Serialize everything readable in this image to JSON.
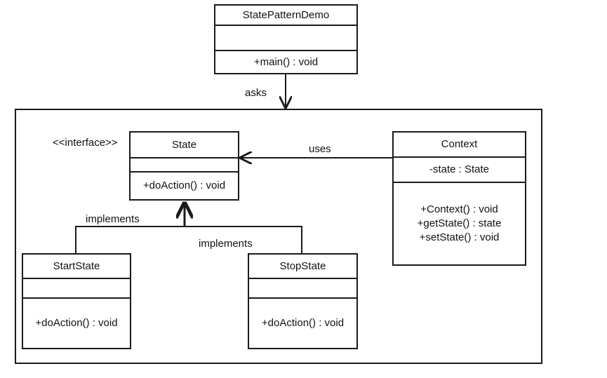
{
  "demo": {
    "name": "StatePatternDemo",
    "attributes": [],
    "methods": [
      "+main()  : void"
    ]
  },
  "context": {
    "name": "Context",
    "attributes": [
      "-state : State"
    ],
    "methods": [
      "+Context()  : void",
      "+getState() : state",
      "+setState() : void"
    ]
  },
  "state": {
    "stereotype": "<<interface>>",
    "name": "State",
    "attributes": [],
    "methods": [
      "+doAction()  : void"
    ]
  },
  "start_state": {
    "name": "StartState",
    "attributes": [],
    "methods": [
      "+doAction()  : void"
    ]
  },
  "stop_state": {
    "name": "StopState",
    "attributes": [],
    "methods": [
      "+doAction()  : void"
    ]
  },
  "relations": {
    "asks": "asks",
    "uses": "uses",
    "implements_start": "implements",
    "implements_stop": "implements"
  }
}
